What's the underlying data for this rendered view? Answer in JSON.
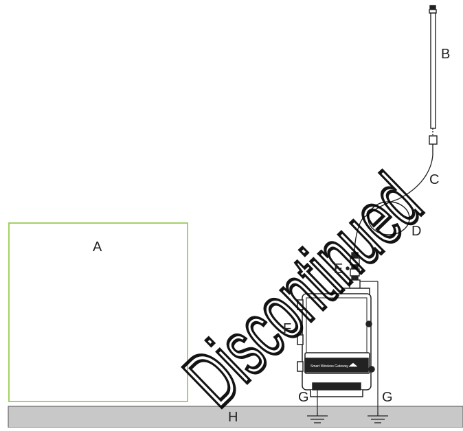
{
  "labels": {
    "a": "A",
    "b": "B",
    "c": "C",
    "d": "D",
    "e": "E",
    "f": "F",
    "g1": "G",
    "g2": "G",
    "h": "H"
  },
  "gateway_label": "Smart Wireless Gateway",
  "watermark": "Discontinued",
  "colors": {
    "box_a": "#8cc63f",
    "ground_fill": "#c8c8c8",
    "line": "#222222",
    "watermark": "#000000"
  },
  "icons": [
    "ground-icon",
    "antenna-icon",
    "gateway-enclosure-icon",
    "lightning-arrestor-icon"
  ]
}
